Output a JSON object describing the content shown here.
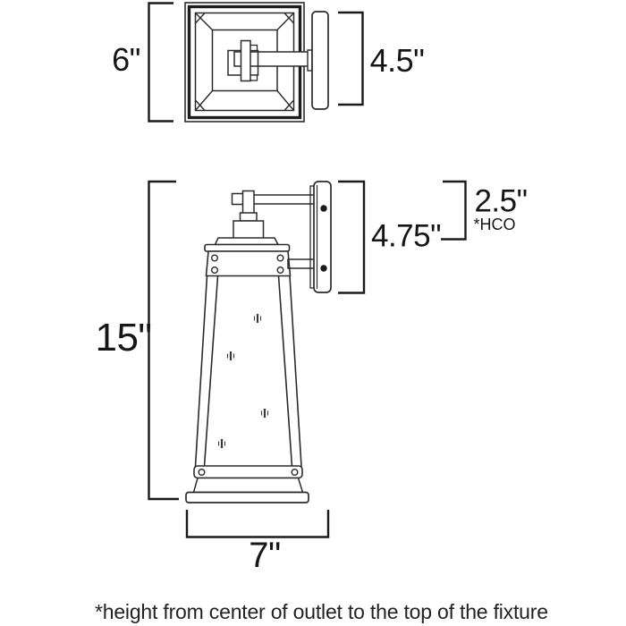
{
  "diagram": {
    "kind": "product-dimension-drawing",
    "subject": "outdoor wall sconce lantern, top view and side view",
    "labels": {
      "width": "6\"",
      "depth": "4.5\"",
      "height": "15\"",
      "backplate": "4.75\"",
      "hco": "2.5\"",
      "hco_note": "*HCO",
      "projection": "7\"",
      "footnote": "*height from center of outlet to the top of the fixture"
    },
    "colors": {
      "background": "#ffffff",
      "drawing_line": "#2b2b2b",
      "dimension_line": "#1a1a1a",
      "text": "#161616",
      "screw_fill": "#1a1a1a"
    }
  }
}
